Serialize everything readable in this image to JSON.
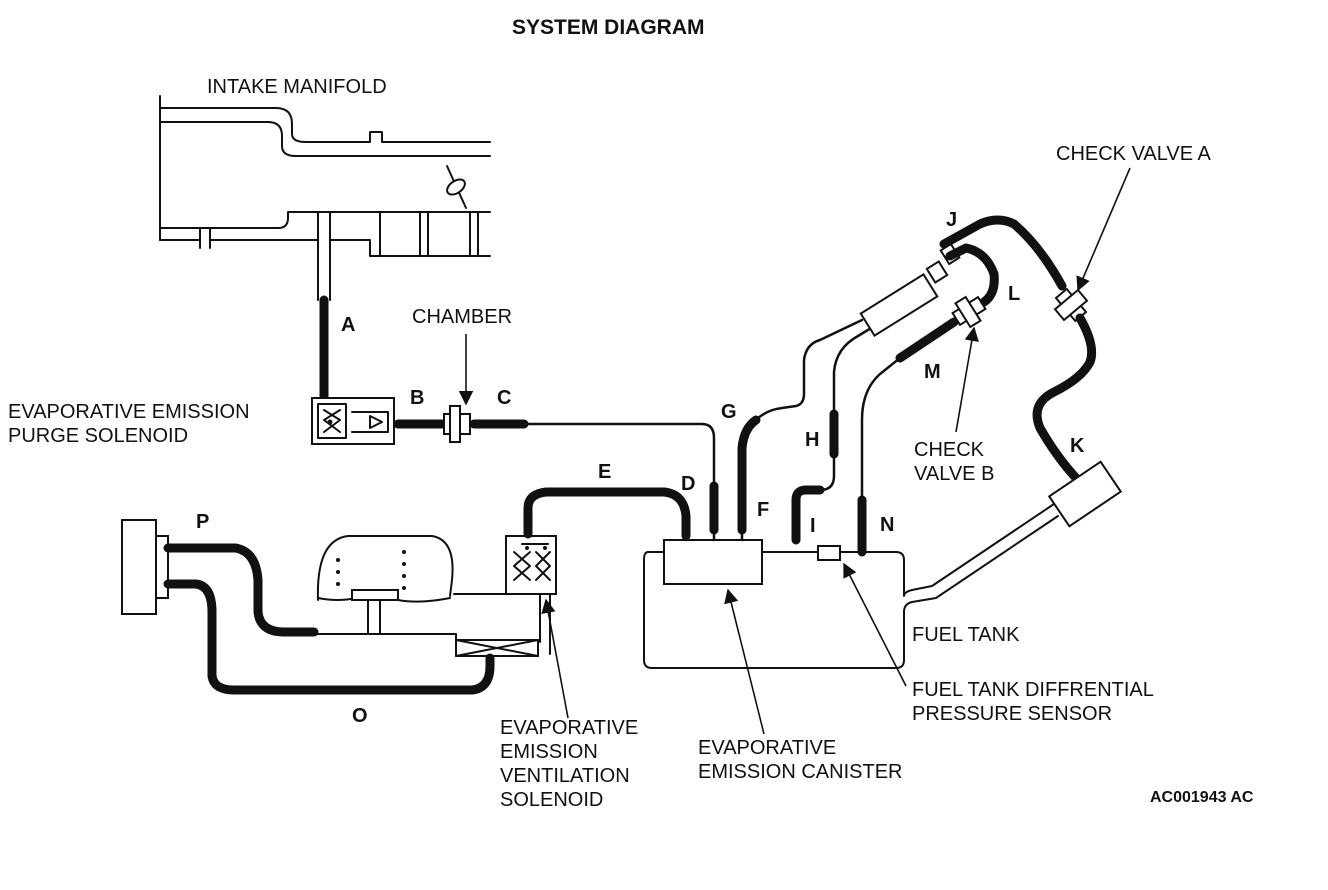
{
  "title": "SYSTEM DIAGRAM",
  "code": "AC001943 AC",
  "components": {
    "intake_manifold": "INTAKE MANIFOLD",
    "chamber": "CHAMBER",
    "check_valve_a": "CHECK VALVE A",
    "purge_solenoid": [
      "EVAPORATIVE EMISSION",
      "PURGE SOLENOID"
    ],
    "check_valve_b": [
      "CHECK",
      "VALVE B"
    ],
    "fuel_tank": "FUEL TANK",
    "pressure_sensor": [
      "FUEL TANK DIFFRENTIAL",
      "PRESSURE SENSOR"
    ],
    "ventilation_solenoid": [
      "EVAPORATIVE",
      "EMISSION",
      "VENTILATION",
      "SOLENOID"
    ],
    "canister": [
      "EVAPORATIVE",
      "EMISSION CANISTER"
    ]
  },
  "hoses": {
    "a": "A",
    "b": "B",
    "c": "C",
    "d": "D",
    "e": "E",
    "f": "F",
    "g": "G",
    "h": "H",
    "i": "I",
    "j": "J",
    "k": "K",
    "l": "L",
    "m": "M",
    "n": "N",
    "o": "O",
    "p": "P"
  }
}
